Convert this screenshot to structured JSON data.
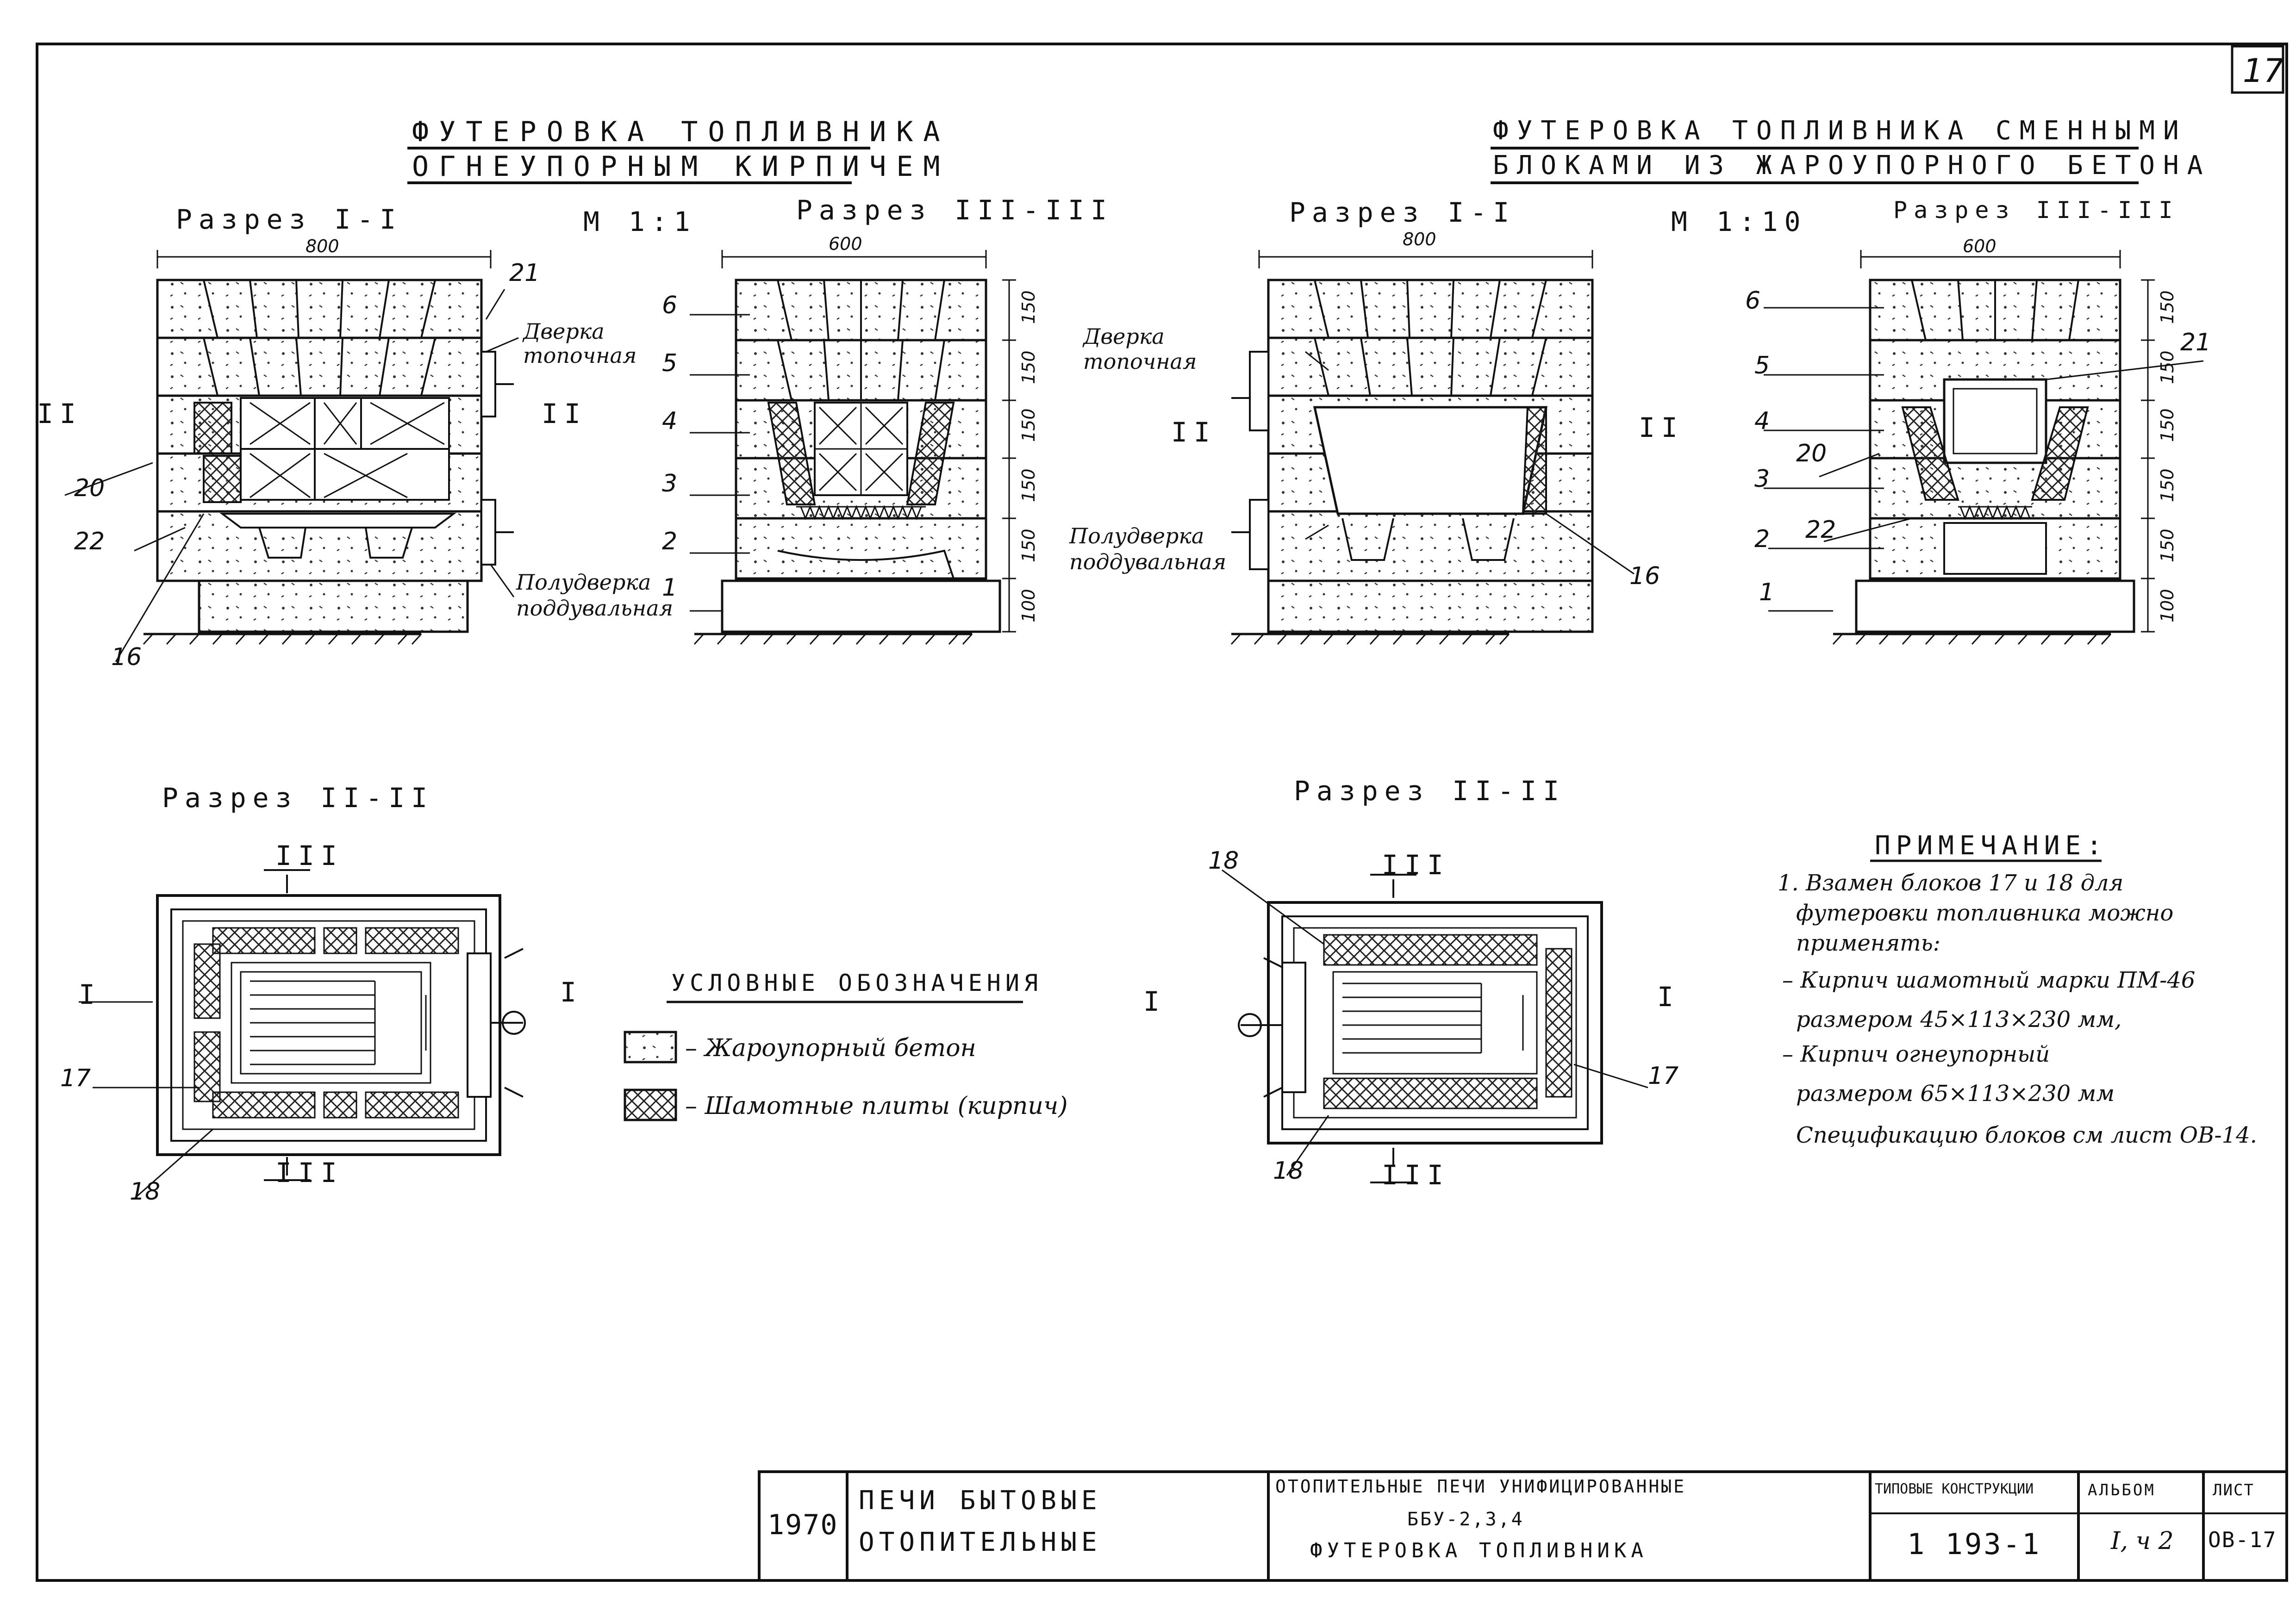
{
  "page_number": "17",
  "header_left": {
    "line1": "Футеровка топливника",
    "line2": "огнеупорным кирпичем"
  },
  "header_right": {
    "line1": "Футеровка топливника сменными",
    "line2": "блоками из жароупорного бетона"
  },
  "scale_left": "М 1:1",
  "scale_right": "М 1:10",
  "sections": {
    "s1_left": "Разрез I-I",
    "s3_left": "Разрез III-III",
    "s1_right": "Разрез I-I",
    "s3_right": "Разрез III-III",
    "s2_left": "Разрез II-II",
    "s2_right": "Разрез II-II"
  },
  "marks": {
    "I": "I",
    "II": "II",
    "III": "III"
  },
  "dims": {
    "w800": "800",
    "w600": "600",
    "h150": "150",
    "h100": "100"
  },
  "labels": {
    "door_fire": "Дверка топочная",
    "door_blow": "Полудверка поддувальная"
  },
  "callouts": [
    "1",
    "2",
    "3",
    "4",
    "5",
    "6",
    "16",
    "17",
    "18",
    "20",
    "21",
    "22"
  ],
  "legend": {
    "title": "Условные обозначения",
    "concrete": "– Жароупорный бетон",
    "chamotte": "– Шамотные плиты (кирпич)"
  },
  "note": {
    "title": "Примечание:",
    "lines": [
      "1. Взамен блоков 17 и 18 для",
      "футеровки топливника можно",
      "применять:",
      "– Кирпич шамотный марки ПМ-46",
      "размером 45×113×230 мм,",
      "– Кирпич огнеупорный",
      "размером 65×113×230 мм",
      "Спецификацию блоков см лист ОВ-14."
    ]
  },
  "title_block": {
    "year": "1970",
    "product_line1": "Печи бытовые",
    "product_line2": "отопительные",
    "desc_line1": "Отопительные печи унифицированные",
    "desc_line2": "ББУ-2,3,4",
    "desc_line3": "Футеровка топливника",
    "series_label": "Типовые конструкции",
    "series_value": "1 193-1",
    "album_label": "Альбом",
    "album_value": "I, ч 2",
    "sheet_label": "Лист",
    "sheet_value": "ОВ-17"
  }
}
